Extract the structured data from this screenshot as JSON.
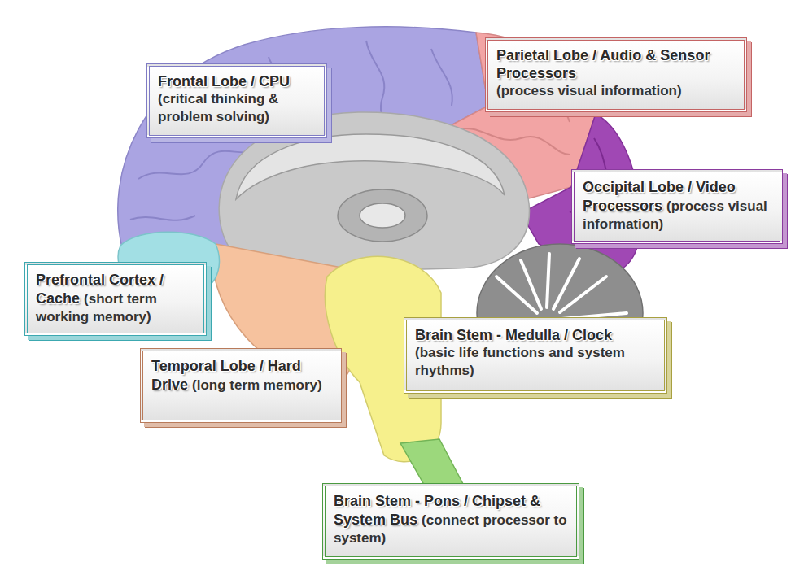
{
  "diagram": {
    "nodes": [
      {
        "text": [
          "Frontal Lobe / CPU",
          "(critical thinking & problem solving)"
        ]
      },
      {
        "text": [
          "Parietal Lobe / Audio & Sensor Processors",
          "(process visual information)"
        ]
      },
      {
        "text": [
          "Occipital Lobe / Video Processors",
          "(process visual information)"
        ]
      },
      {
        "text": [
          "Prefrontal Cortex / Cache",
          "(short term working memory)"
        ]
      },
      {
        "text": [
          "Brain Stem - Medulla / Clock",
          "(basic life functions and system rhythms)"
        ]
      },
      {
        "text": [
          "Temporal Lobe / Hard Drive",
          "(long term memory)"
        ]
      },
      {
        "text": [
          "Brain Stem - Pons / Chipset & System Bus",
          "(connect processor to system)"
        ]
      }
    ]
  }
}
